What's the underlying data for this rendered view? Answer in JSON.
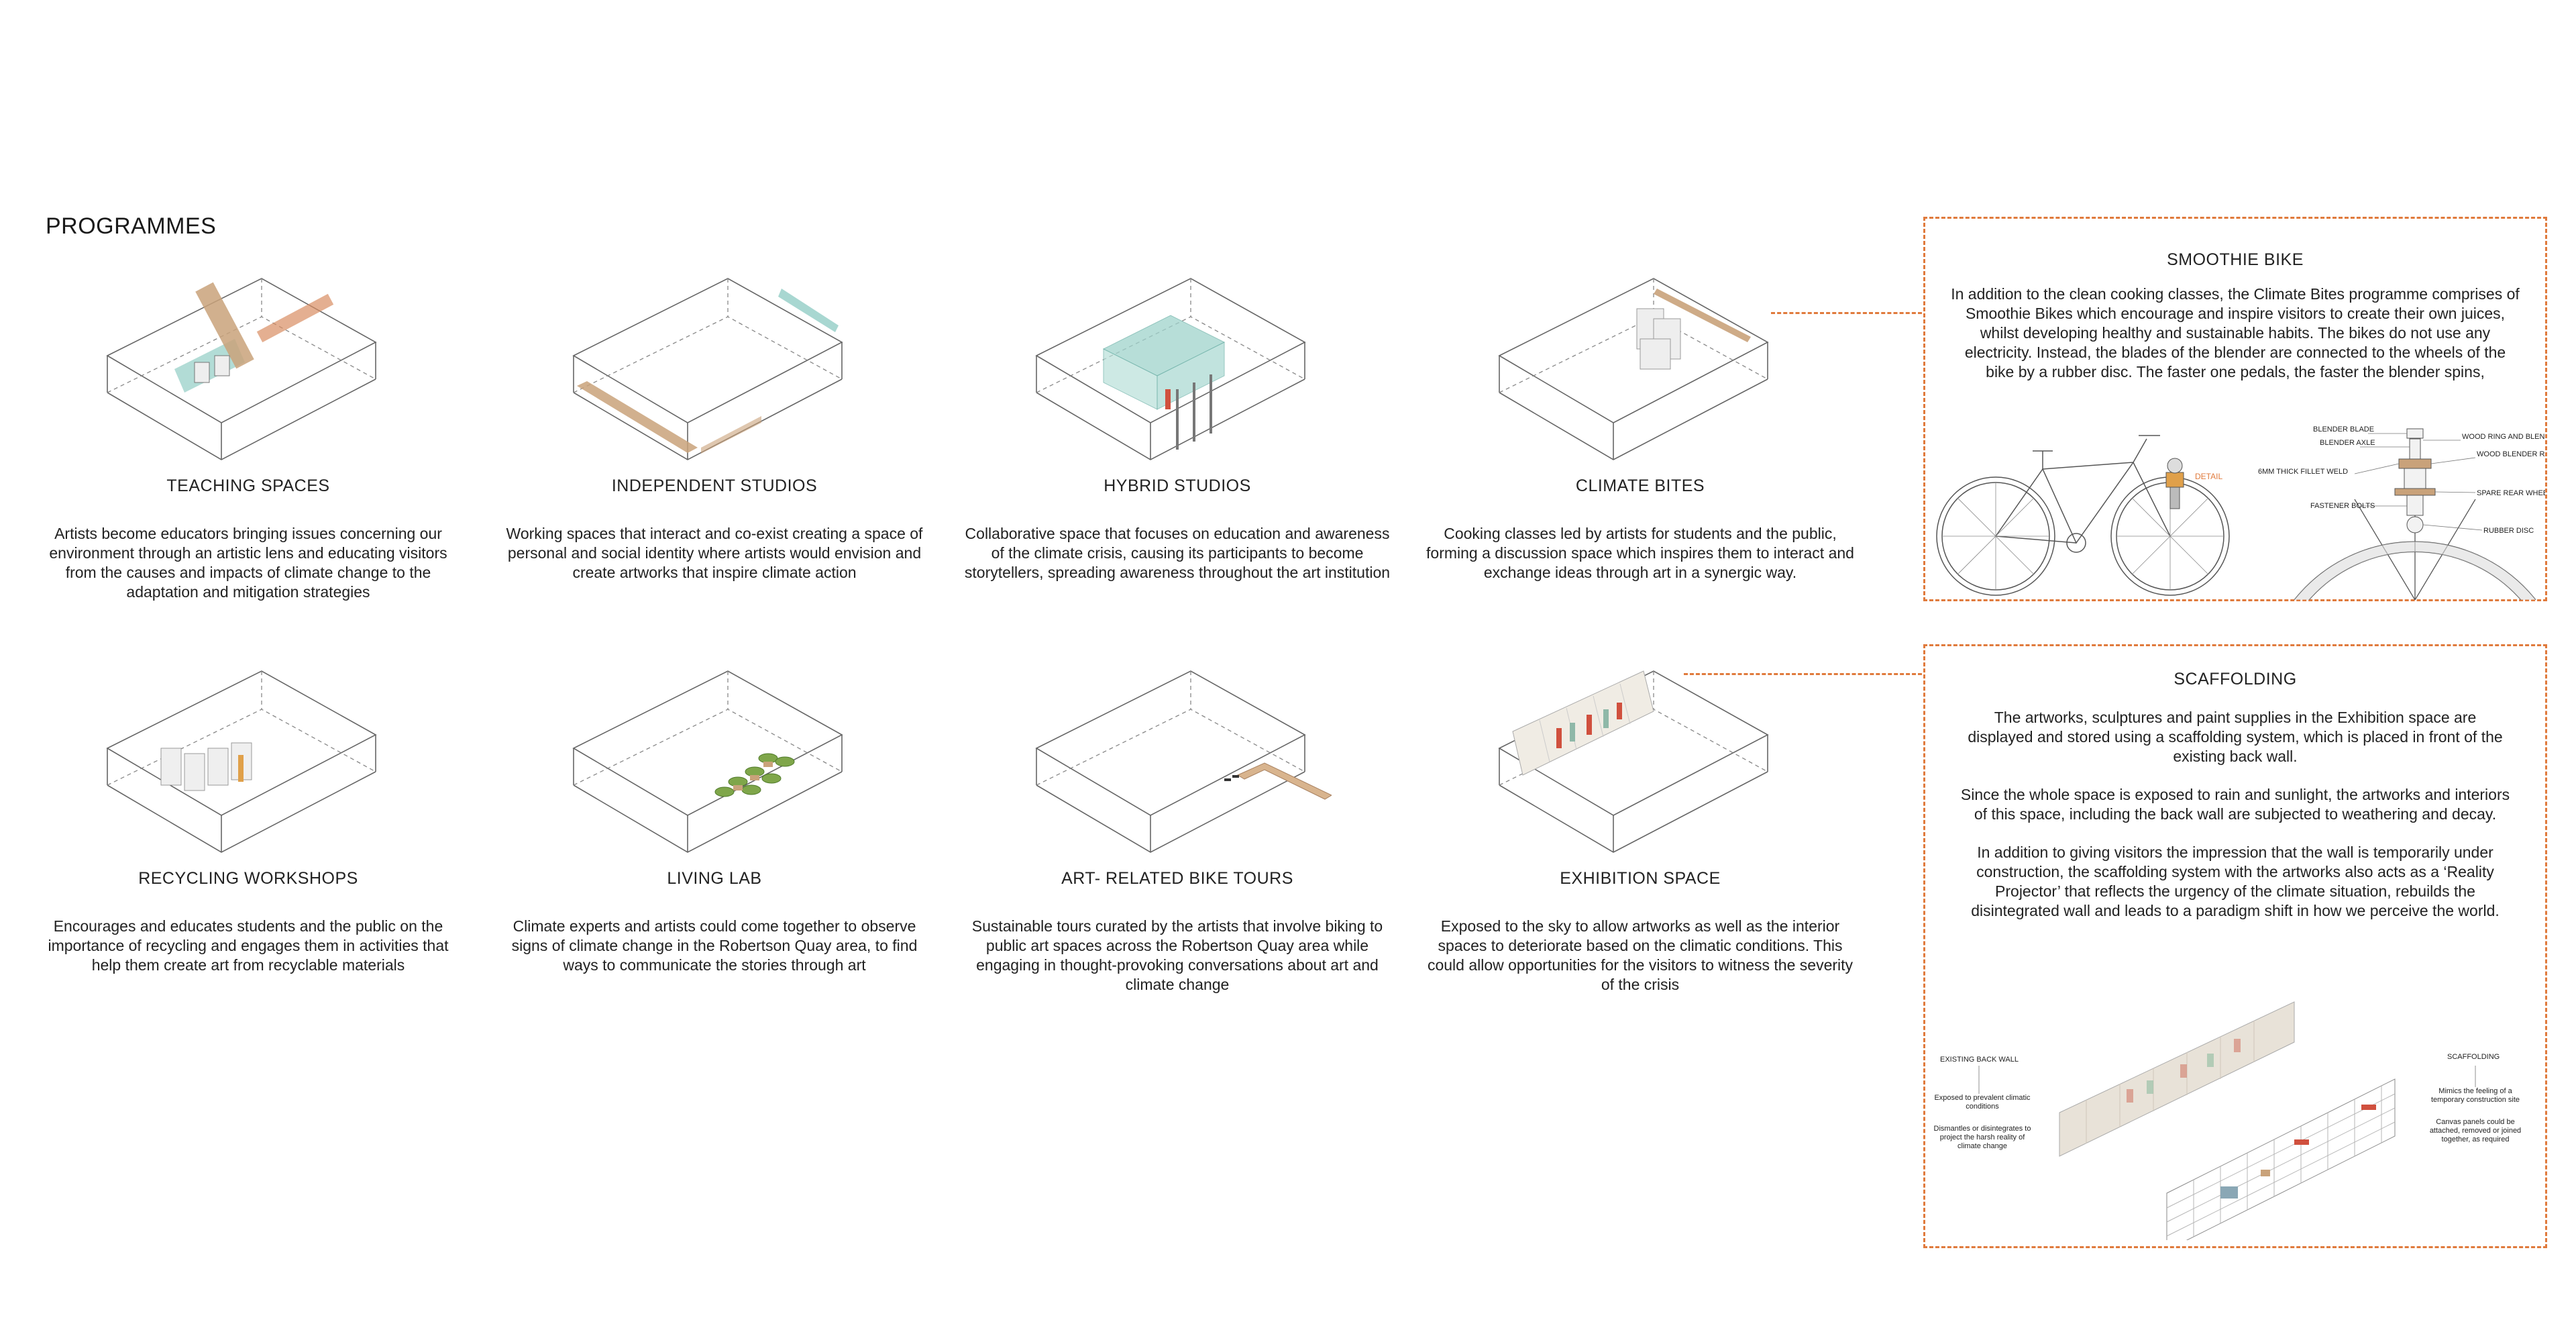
{
  "page": {
    "heading": "PROGRAMMES"
  },
  "programmes": [
    {
      "title": "TEACHING SPACES",
      "desc": "Artists become educators bringing issues concerning our environment through an artistic lens and educating visitors from the causes and impacts of climate change to the adaptation and mitigation strategies"
    },
    {
      "title": "INDEPENDENT STUDIOS",
      "desc": "Working spaces that interact and co-exist creating a space of personal and social identity where artists would envision and create artworks that inspire climate action"
    },
    {
      "title": "HYBRID STUDIOS",
      "desc": "Collaborative space that focuses on education and awareness of the climate crisis, causing its participants to become storytellers, spreading awareness throughout the art institution"
    },
    {
      "title": "CLIMATE BITES",
      "desc": "Cooking classes led by artists for students and the public, forming a discussion space which inspires them to interact and exchange ideas through art in a synergic way."
    },
    {
      "title": "RECYCLING WORKSHOPS",
      "desc": "Encourages and educates students and the public on the importance of recycling and engages them in activities that help them create art from recyclable materials"
    },
    {
      "title": "LIVING LAB",
      "desc": "Climate experts and artists could come together to observe signs of climate change in the Robertson Quay area, to find ways to communicate the stories through art"
    },
    {
      "title": "ART- RELATED BIKE TOURS",
      "desc": "Sustainable tours curated by the artists that involve biking to public art spaces across the Robertson Quay area while engaging in thought-provoking conversations about art and climate change"
    },
    {
      "title": "EXHIBITION SPACE",
      "desc": "Exposed to the sky to allow artworks as well as the interior spaces to deteriorate based on the climatic conditions. This could allow opportunities for the visitors to witness the severity of the crisis"
    }
  ],
  "smoothie": {
    "title": "SMOOTHIE BIKE",
    "text": "In addition to the clean cooking classes, the Climate Bites programme comprises of Smoothie Bikes which encourage and inspire visitors to create their own juices, whilst developing healthy and sustainable habits.  The bikes do not use any electricity. Instead, the blades of the blender are connected to the wheels of the bike by a rubber disc. The faster one pedals, the faster the blender spins,",
    "detail_label": "DETAIL",
    "labels": {
      "blade": "BLENDER BLADE",
      "axle": "BLENDER AXLE",
      "ring": "WOOD RING AND BLENDER STAND",
      "rack": "WOOD BLENDER RACK",
      "fillet": "6MM THICK FILLET WELD",
      "hub": "SPARE REAR WHEEL HUB",
      "bolts": "FASTENER BOLTS",
      "disc": "RUBBER DISC"
    }
  },
  "scaffolding": {
    "title": "SCAFFOLDING",
    "p1": "The artworks, sculptures and paint supplies in the Exhibition space are displayed and stored using a scaffolding system, which is placed in front of the existing back wall.",
    "p2": "Since the whole space is exposed to rain and sunlight, the artworks and interiors of this space, including the back wall are subjected to weathering and decay.",
    "p3": "In addition to giving visitors the impression that the wall is temporarily under construction, the scaffolding system with the artworks also acts as a ‘Reality Projector’ that reflects the urgency of the climate situation, rebuilds the disintegrated wall and leads to a paradigm shift in how we perceive the world.",
    "left_title": "EXISTING BACK WALL",
    "left_note1": "Exposed to prevalent climatic conditions",
    "left_note2": "Dismantles or disintegrates to project the harsh reality of climate change",
    "right_title": "SCAFFOLDING",
    "right_note1": "Mimics the feeling of a temporary construction site",
    "right_note2": "Canvas panels could be attached, removed or joined together, as required"
  },
  "colors": {
    "accent": "#e07a3c",
    "teal": "#9fd3cc",
    "wood": "#c9a27a",
    "plant": "#7fa64a"
  }
}
